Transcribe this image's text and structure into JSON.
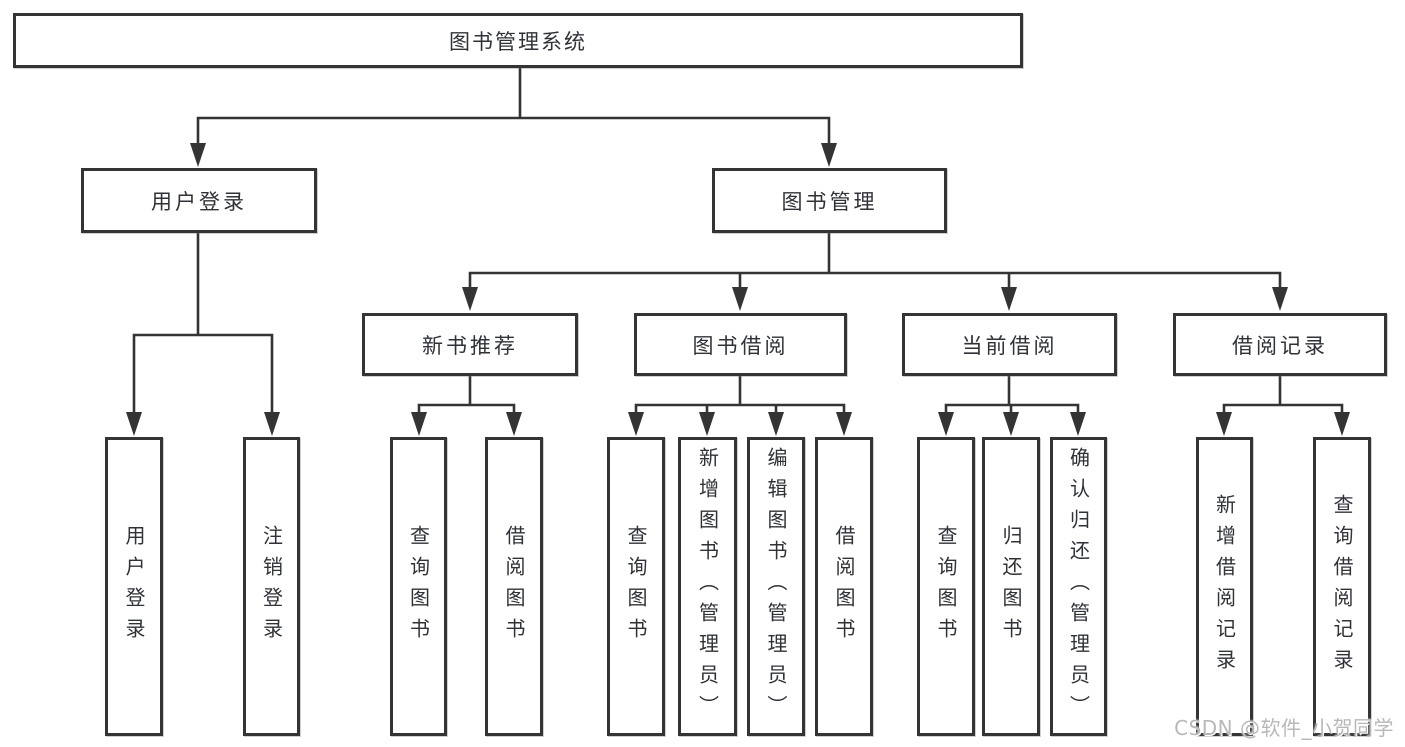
{
  "diagram": {
    "type": "hierarchy-diagram",
    "colors": {
      "line": "#343434",
      "box_border": "#343434",
      "box_fill": "#ffffff",
      "text": "#2f3237",
      "background": "#ffffff",
      "watermark_text": "#b8b8b8"
    },
    "tree": {
      "label": "图书管理系统",
      "children": [
        {
          "label": "用户登录",
          "children": [
            {
              "label": "用户登录"
            },
            {
              "label": "注销登录"
            }
          ]
        },
        {
          "label": "图书管理",
          "children": [
            {
              "label": "新书推荐",
              "children": [
                {
                  "label": "查询图书"
                },
                {
                  "label": "借阅图书"
                }
              ]
            },
            {
              "label": "图书借阅",
              "children": [
                {
                  "label": "查询图书"
                },
                {
                  "label": "新增图书（管理员）"
                },
                {
                  "label": "编辑图书（管理员）"
                },
                {
                  "label": "借阅图书"
                }
              ]
            },
            {
              "label": "当前借阅",
              "children": [
                {
                  "label": "查询图书"
                },
                {
                  "label": "归还图书"
                },
                {
                  "label": "确认归还（管理员）"
                }
              ]
            },
            {
              "label": "借阅记录",
              "children": [
                {
                  "label": "新增借阅记录"
                },
                {
                  "label": "查询借阅记录"
                }
              ]
            }
          ]
        }
      ]
    },
    "watermark": {
      "text": "CSDN @软件_小贺同学"
    }
  }
}
